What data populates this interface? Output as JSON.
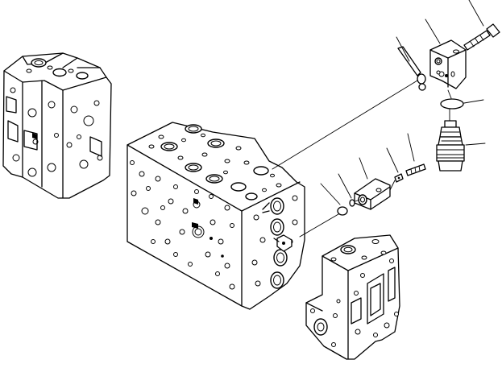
{
  "diagram": {
    "type": "exploded-parts-view",
    "background_color": "#ffffff",
    "line_color": "#000000",
    "text_labels": [],
    "components": [
      {
        "name": "valve-assembly-small"
      },
      {
        "name": "main-valve-block"
      },
      {
        "name": "relief-cover-block"
      },
      {
        "name": "mounting-bolt-top"
      },
      {
        "name": "o-ring-pair-top"
      },
      {
        "name": "o-ring-cover"
      },
      {
        "name": "relief-valve-cartridge"
      },
      {
        "name": "adapter-block"
      },
      {
        "name": "washer-bolt"
      },
      {
        "name": "o-ring-small"
      },
      {
        "name": "plug-ball"
      },
      {
        "name": "valve-section-block"
      }
    ]
  }
}
